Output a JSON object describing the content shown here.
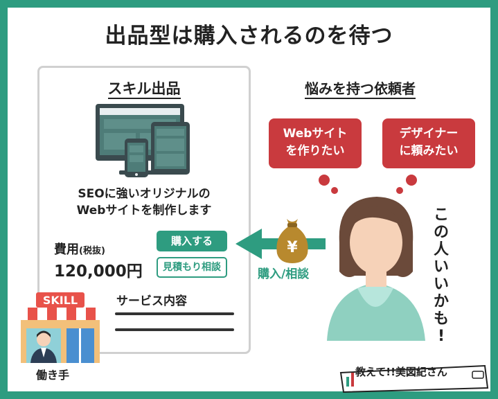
{
  "title": "出品型は購入されるのを待つ",
  "card": {
    "heading": "スキル出品",
    "desc_line1": "SEOに強いオリジナルの",
    "desc_line2": "Webサイトを制作します",
    "price_label": "費用",
    "price_note": "(税抜)",
    "price": "120,000円",
    "buy_button": "購入する",
    "quote_button": "見積もり相談",
    "service_label": "サービス内容"
  },
  "store_sign": "SKILL",
  "worker_label": "働き手",
  "client": {
    "heading": "悩みを持つ依頼者",
    "bubble1_line1": "Webサイト",
    "bubble1_line2": "を作りたい",
    "bubble2_line1": "デザイナー",
    "bubble2_line2": "に頼みたい",
    "thought": [
      "こ",
      "の",
      "人",
      "い",
      "い",
      "か",
      "も",
      "!"
    ]
  },
  "arrow_label": "購入/相談",
  "money_symbol": "¥",
  "brand": "教えて!!美図紀さん",
  "colors": {
    "accent": "#2e9c80",
    "red": "#c93a3e",
    "dark": "#3a4a4e"
  }
}
